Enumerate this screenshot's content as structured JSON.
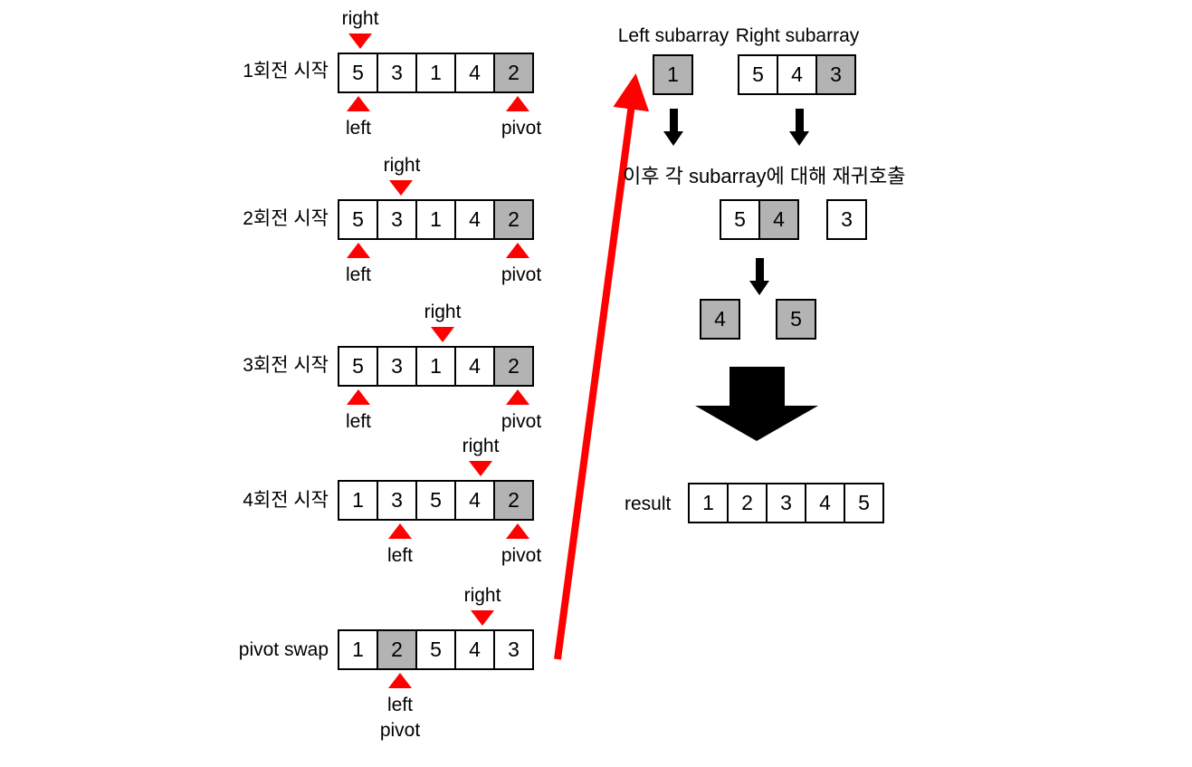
{
  "diagram": {
    "title_text_korean": "이후 각 subarray에 대해 재귀호출",
    "colors": {
      "pivot_gray": "#b3b3b3",
      "marker_red": "#ff0000",
      "arrow_black": "#000000",
      "cell_border": "#000000",
      "background": "#ffffff"
    }
  },
  "left_column": {
    "steps": [
      {
        "label": "1회전 시작",
        "values": [
          "5",
          "3",
          "1",
          "4",
          "2"
        ],
        "gray_index": 4,
        "right_index": 0,
        "right_label": "right",
        "left_index": 0,
        "left_label": "left",
        "pivot_index": 4,
        "pivot_label": "pivot"
      },
      {
        "label": "2회전 시작",
        "values": [
          "5",
          "3",
          "1",
          "4",
          "2"
        ],
        "gray_index": 4,
        "right_index": 1,
        "right_label": "right",
        "left_index": 0,
        "left_label": "left",
        "pivot_index": 4,
        "pivot_label": "pivot"
      },
      {
        "label": "3회전 시작",
        "values": [
          "5",
          "3",
          "1",
          "4",
          "2"
        ],
        "gray_index": 4,
        "right_index": 2,
        "right_label": "right",
        "left_index": 0,
        "left_label": "left",
        "pivot_index": 4,
        "pivot_label": "pivot"
      },
      {
        "label": "4회전 시작",
        "values": [
          "1",
          "3",
          "5",
          "4",
          "2"
        ],
        "gray_index": 4,
        "right_index": 3,
        "right_label": "right",
        "left_index": 1,
        "left_label": "left",
        "pivot_index": 4,
        "pivot_label": "pivot"
      },
      {
        "label": "pivot swap",
        "values": [
          "1",
          "2",
          "5",
          "4",
          "3"
        ],
        "gray_index": 1,
        "right_index": 3,
        "right_label": "right",
        "left_index": 1,
        "left_label": "left",
        "pivot_index": 1,
        "pivot_label": "pivot"
      }
    ]
  },
  "right_column": {
    "left_subarray_label": "Left subarray",
    "right_subarray_label": "Right subarray",
    "left_subarray_values": [
      "1"
    ],
    "left_subarray_gray": [
      0
    ],
    "right_subarray_values": [
      "5",
      "4",
      "3"
    ],
    "right_subarray_gray": [
      2
    ],
    "recursion_note": "이후 각 subarray에 대해 재귀호출",
    "recurse_pair_values": [
      "5",
      "4"
    ],
    "recurse_pair_gray": [
      1
    ],
    "recurse_single_value": "3",
    "final_left_value": "4",
    "final_right_value": "5",
    "result_label": "result",
    "result_values": [
      "1",
      "2",
      "3",
      "4",
      "5"
    ]
  }
}
